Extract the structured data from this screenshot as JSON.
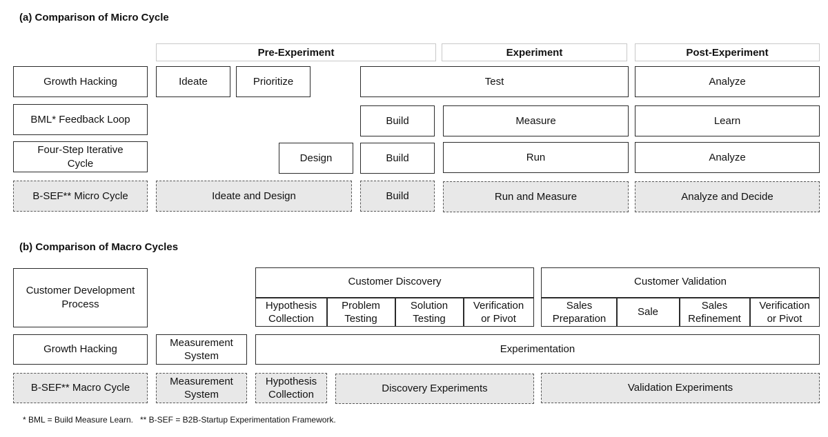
{
  "micro": {
    "title": "(a) Comparison of Micro Cycle",
    "phases": {
      "pre": "Pre-Experiment",
      "exp": "Experiment",
      "post": "Post-Experiment"
    },
    "rows": {
      "gh": {
        "label": "Growth Hacking",
        "ideate": "Ideate",
        "prioritize": "Prioritize",
        "test": "Test",
        "analyze": "Analyze"
      },
      "bml": {
        "label": "BML* Feedback Loop",
        "build": "Build",
        "measure": "Measure",
        "learn": "Learn"
      },
      "fs": {
        "label": "Four-Step Iterative\nCycle",
        "design": "Design",
        "build": "Build",
        "run": "Run",
        "analyze": "Analyze"
      },
      "bsef": {
        "label": "B-SEF** Micro Cycle",
        "ideate_design": "Ideate and Design",
        "build": "Build",
        "run_measure": "Run and Measure",
        "analyze_decide": "Analyze and Decide"
      }
    }
  },
  "macro": {
    "title": "(b) Comparison of Macro Cycles",
    "cdp": {
      "label": "Customer Development\nProcess",
      "discovery": "Customer Discovery",
      "discovery_steps": [
        "Hypothesis\nCollection",
        "Problem\nTesting",
        "Solution\nTesting",
        "Verification\nor Pivot"
      ],
      "validation": "Customer Validation",
      "validation_steps": [
        "Sales\nPreparation",
        "Sale",
        "Sales\nRefinement",
        "Verification\nor Pivot"
      ]
    },
    "gh": {
      "label": "Growth Hacking",
      "measurement": "Measurement\nSystem",
      "experimentation": "Experimentation"
    },
    "bsef": {
      "label": "B-SEF** Macro Cycle",
      "measurement": "Measurement\nSystem",
      "hypothesis": "Hypothesis\nCollection",
      "discovery": "Discovery Experiments",
      "validation": "Validation Experiments"
    }
  },
  "footnote": "* BML = Build Measure Learn.   ** B-SEF = B2B-Startup Experimentation Framework."
}
